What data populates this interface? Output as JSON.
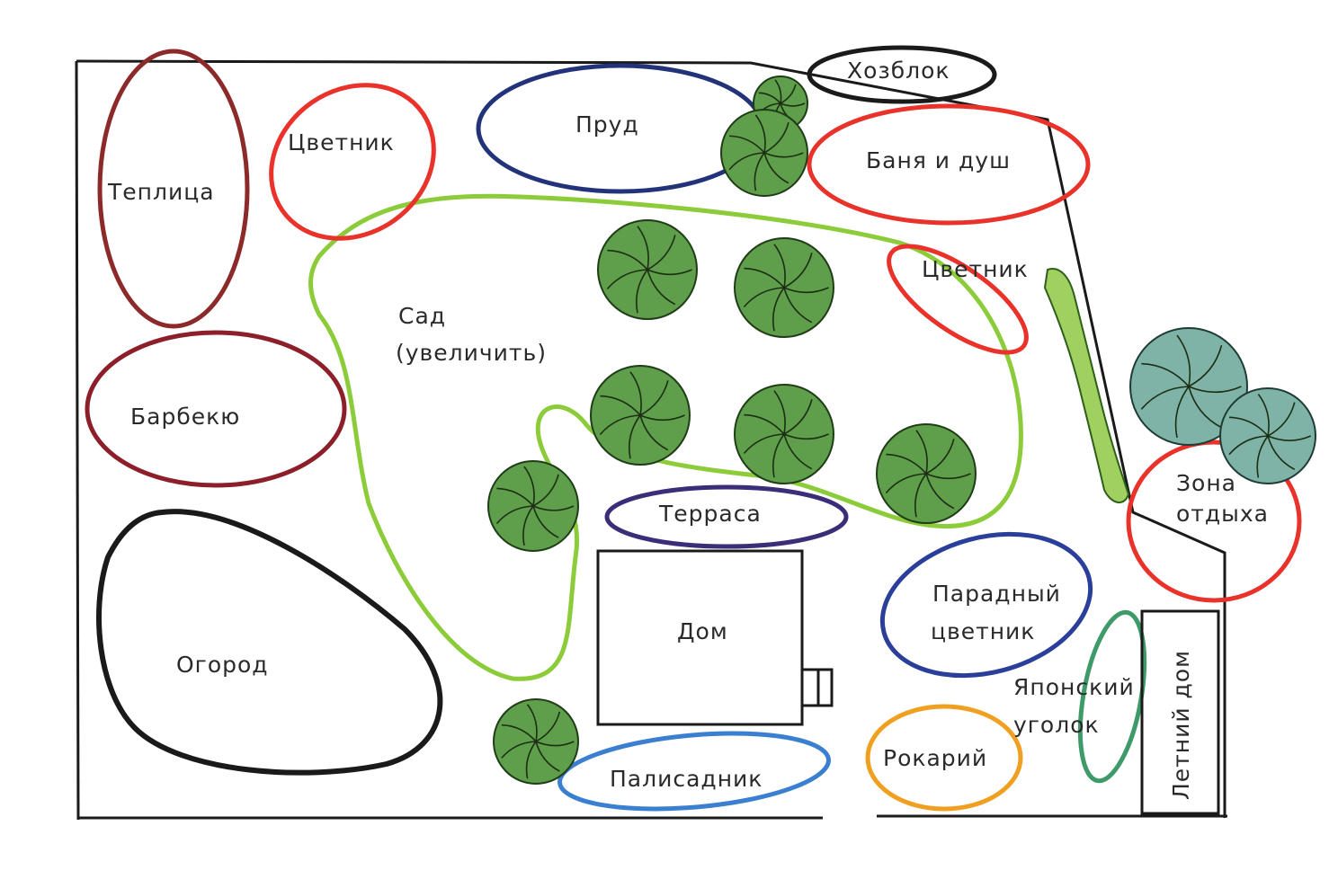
{
  "zones": {
    "greenhouse": "Теплица",
    "flowerbed_top": "Цветник",
    "pond": "Пруд",
    "utility_block": "Хозблок",
    "bath_shower": "Баня и душ",
    "flowerbed_right": "Цветник",
    "garden_line1": "Сад",
    "garden_line2": "(увеличить)",
    "barbecue": "Барбекю",
    "terrace": "Терраса",
    "rest_zone_line1": "Зона",
    "rest_zone_line2": "отдыха",
    "vegetable_garden": "Огород",
    "house": "Дом",
    "front_flowerbed_line1": "Парадный",
    "front_flowerbed_line2": "цветник",
    "japanese_corner_line1": "Японский",
    "japanese_corner_line2": "уголок",
    "rockery": "Рокарий",
    "summer_house": "Летний дом",
    "front_garden": "Палисадник"
  },
  "colors": {
    "red": "#e8322a",
    "dark_red": "#8c1f2a",
    "black": "#1a1a1a",
    "blue": "#23337a",
    "light_green": "#8ccc3a",
    "purple": "#3c2d78",
    "royal_blue": "#2a3f9a",
    "sky_blue": "#3a7fd0",
    "orange": "#f0a020",
    "teal_green": "#3f9a6a"
  }
}
